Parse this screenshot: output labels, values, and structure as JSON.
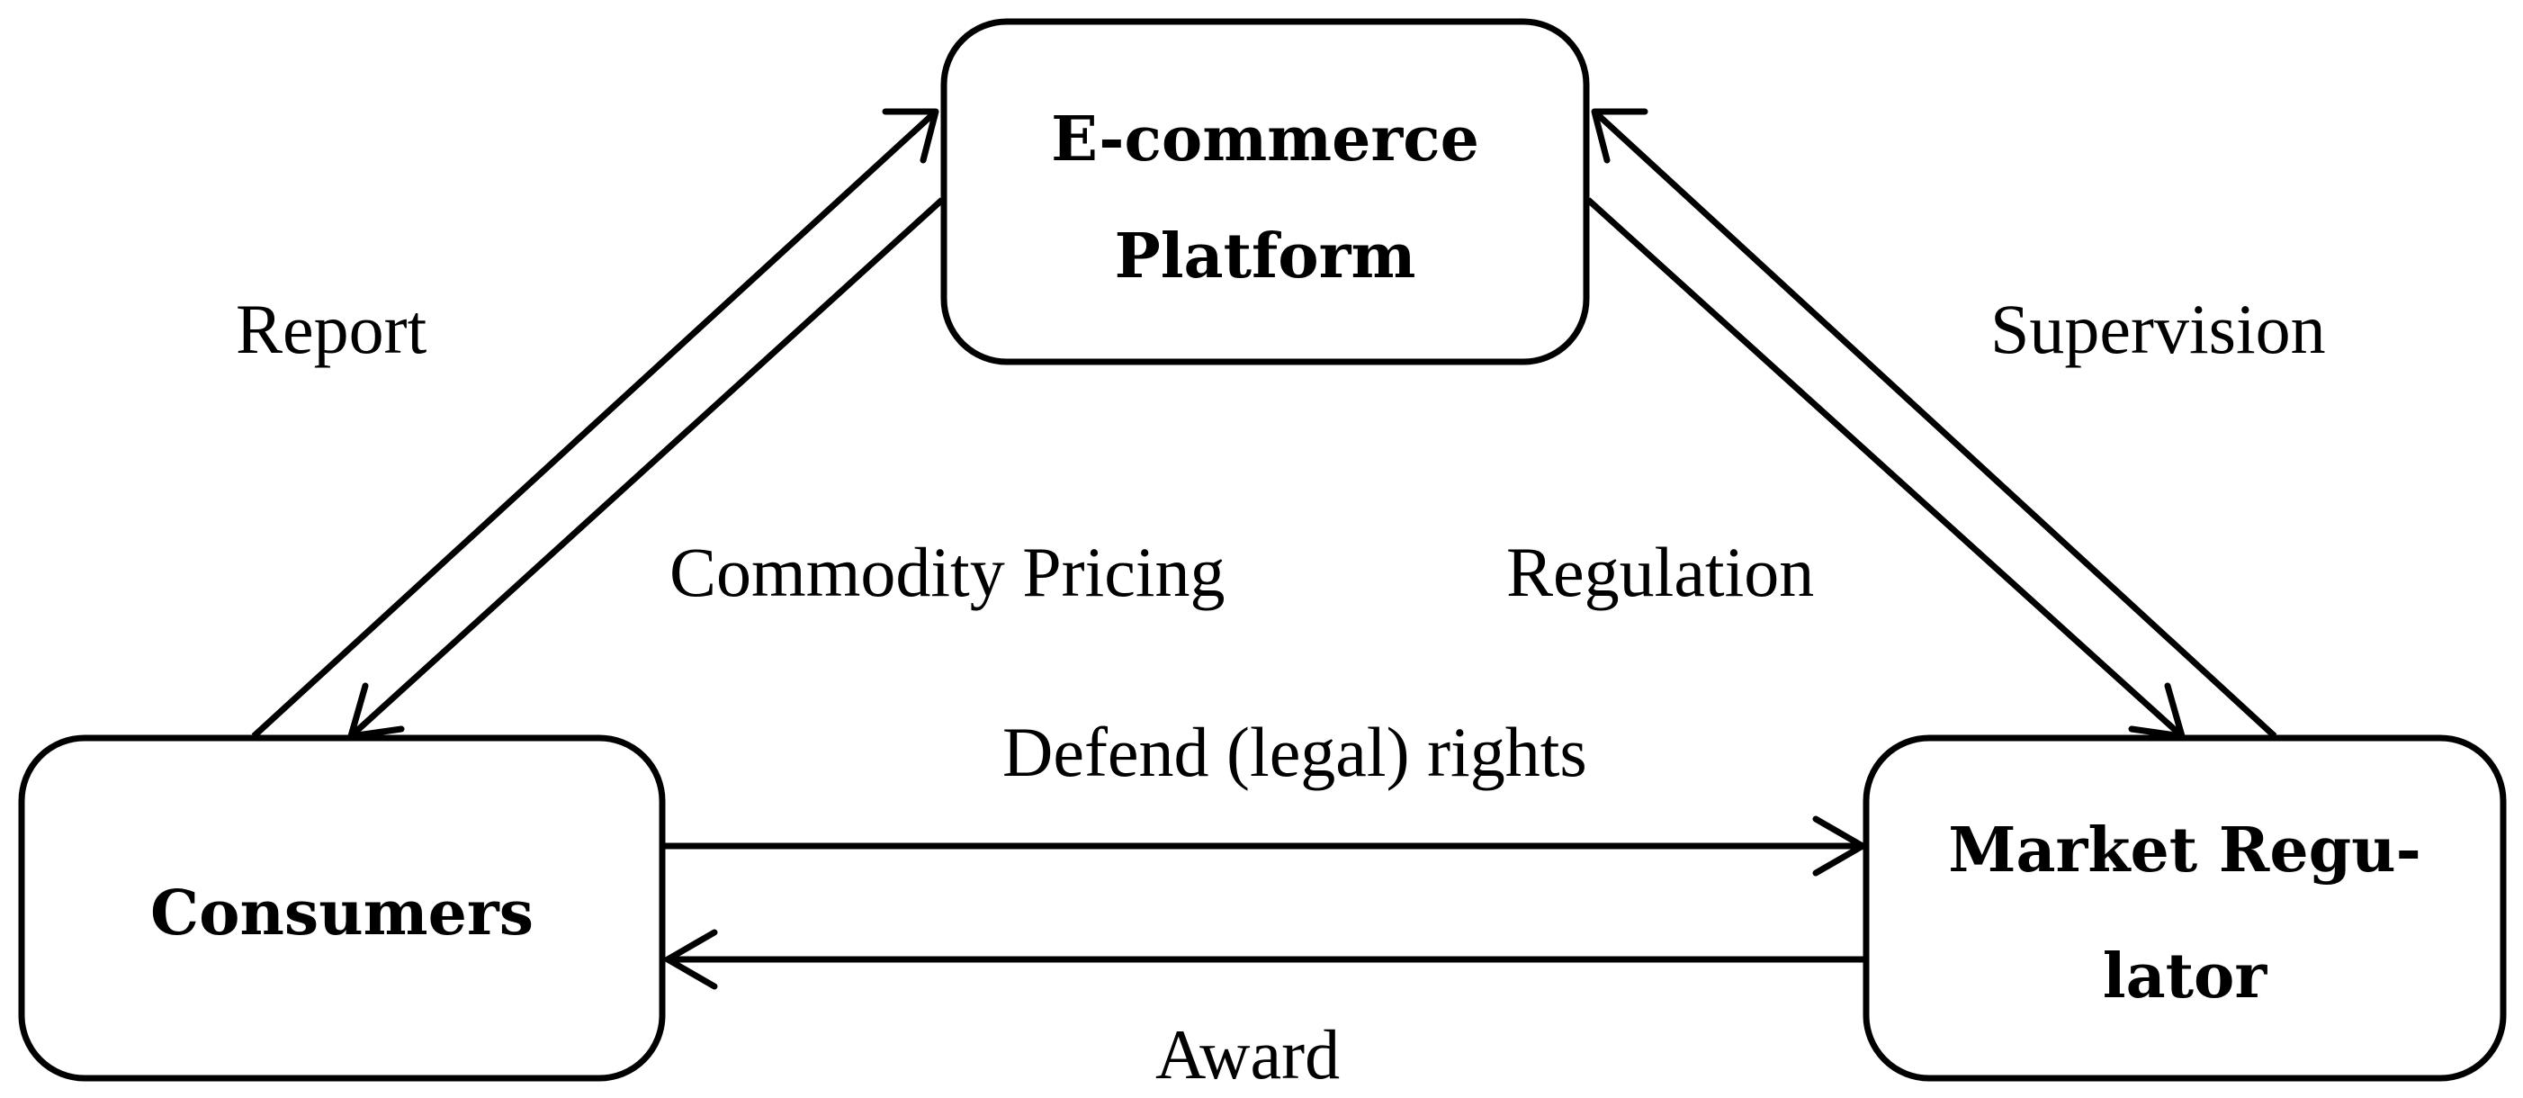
{
  "nodes": {
    "platform": {
      "line1": "E-commerce",
      "line2": "Platform"
    },
    "consumers": {
      "label": "Consumers"
    },
    "regulator": {
      "line1": "Market Regu-",
      "line2": "lator"
    }
  },
  "edges": {
    "report": "Report",
    "commodity_pricing": "Commodity Pricing",
    "supervision": "Supervision",
    "regulation": "Regulation",
    "defend_rights": "Defend (legal) rights",
    "award": "Award"
  }
}
